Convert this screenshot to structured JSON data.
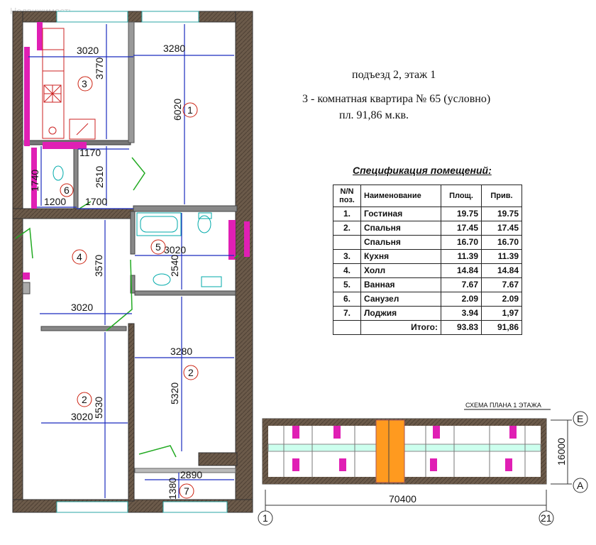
{
  "watermark": "Недвижимость",
  "header": {
    "line1": "подъезд 2, этаж 1",
    "line2": "3 - комнатная квартира № 65 (условно)",
    "line3": "пл. 91,86 м.кв."
  },
  "spec": {
    "title": "Спецификация помещений:",
    "columns": [
      "N/N поз.",
      "Наименование",
      "Площ.",
      "Прив."
    ],
    "rows": [
      [
        "1.",
        "Гостиная",
        "19.75",
        "19.75"
      ],
      [
        "2.",
        "Спальня",
        "17.45",
        "17.45"
      ],
      [
        "",
        "Спальня",
        "16.70",
        "16.70"
      ],
      [
        "3.",
        "Кухня",
        "11.39",
        "11.39"
      ],
      [
        "4.",
        "Холл",
        "14.84",
        "14.84"
      ],
      [
        "5.",
        "Ванная",
        "7.67",
        "7.67"
      ],
      [
        "6.",
        "Санузел",
        "2.09",
        "2.09"
      ],
      [
        "7.",
        "Лоджия",
        "3.94",
        "1,97"
      ]
    ],
    "total_label": "Итого:",
    "total_area": "93.83",
    "total_reduced": "91,86"
  },
  "dims": {
    "d_kitchen_w": "3020",
    "d_kitchen_h": "3770",
    "d_living_w": "3280",
    "d_living_h": "6020",
    "d_wc_w": "1170",
    "d_corr_h": "2510",
    "d_wc_h": "1740",
    "d_wc_w2": "1200",
    "d_corr_w": "1700",
    "d_hall_h": "3570",
    "d_bath_w": "3020",
    "d_bath_h": "2540",
    "d_hall_w": "3020",
    "d_bed2_w": "3280",
    "d_bed2_h": "5320",
    "d_bed1_h": "5530",
    "d_bed1_w": "3020",
    "d_log_w": "2890",
    "d_log_h": "1380"
  },
  "rooms": [
    "1",
    "2",
    "2",
    "3",
    "4",
    "5",
    "6",
    "7"
  ],
  "scheme": {
    "title": "СХЕМА ПЛАНА 1 ЭТАЖА",
    "width": "70400",
    "depth": "16000",
    "axis_left": "1",
    "axis_right": "21",
    "axis_top": "Е",
    "axis_bottom": "А"
  }
}
